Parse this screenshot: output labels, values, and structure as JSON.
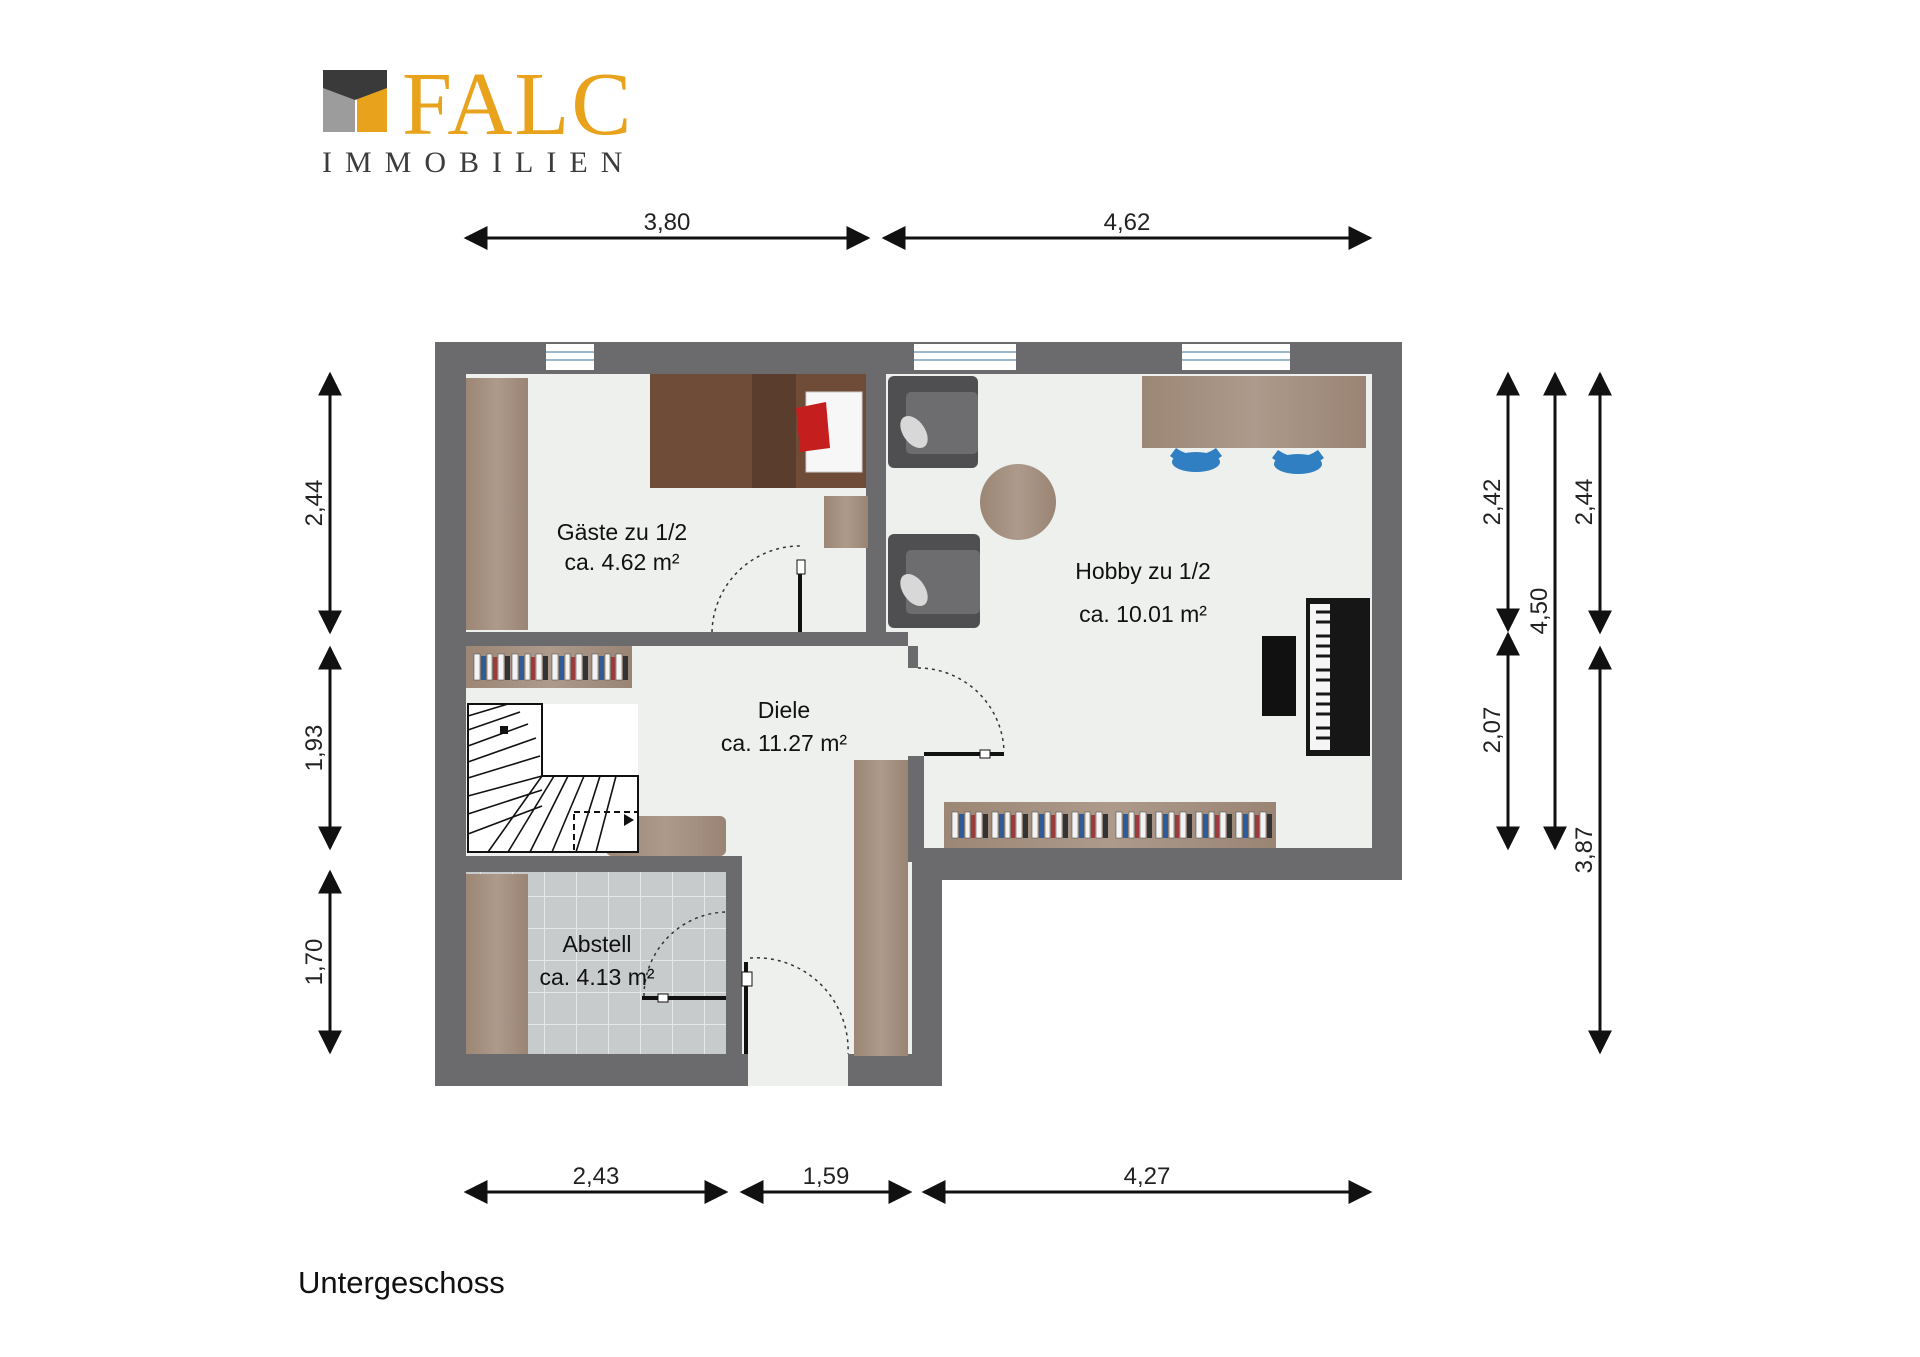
{
  "logo": {
    "name": "FALC",
    "subtitle": "IMMOBILIEN",
    "brand_color": "#E8A21C"
  },
  "dimensions": {
    "top": [
      "3,80",
      "4,62"
    ],
    "bottom": [
      "2,43",
      "1,59",
      "4,27"
    ],
    "left": [
      "2,44",
      "1,93",
      "1,70"
    ],
    "right_inner": [
      "2,42",
      "2,07"
    ],
    "right_middle": "4,50",
    "right_outer": [
      "2,44",
      "3,87"
    ]
  },
  "rooms": {
    "gaeste": {
      "name": "Gäste zu 1/2",
      "area": "ca. 4.62 m²"
    },
    "hobby": {
      "name": "Hobby zu 1/2",
      "area": "ca. 10.01 m²"
    },
    "diele": {
      "name": "Diele",
      "area": "ca. 11.27 m²"
    },
    "abstell": {
      "name": "Abstell",
      "area": "ca. 4.13 m²"
    }
  },
  "floor_label": "Untergeschoss",
  "colors": {
    "wall": "#6b6b6e",
    "floor": "#eef0ee",
    "wood": "#a48f80",
    "tile": "#c9cccd",
    "chair": "#2f7fc2"
  }
}
